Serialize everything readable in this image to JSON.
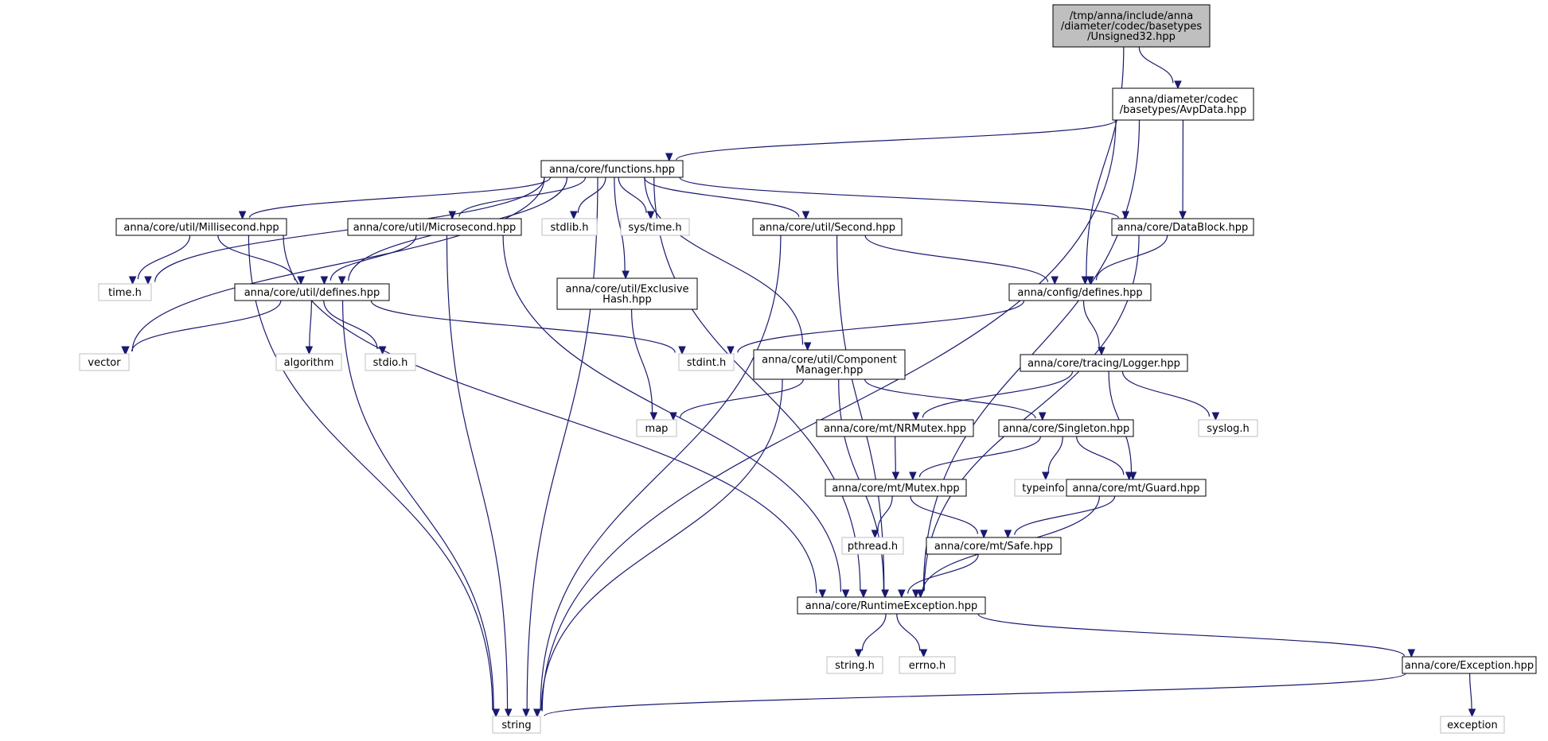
{
  "graph": {
    "nodes": [
      {
        "id": "unsigned32",
        "kind": "root",
        "lines": [
          "/tmp/anna/include/anna",
          "/diameter/codec/basetypes",
          "/Unsigned32.hpp"
        ]
      },
      {
        "id": "avpdata",
        "kind": "file",
        "lines": [
          "anna/diameter/codec",
          "/basetypes/AvpData.hpp"
        ]
      },
      {
        "id": "functions",
        "kind": "file",
        "lines": [
          "anna/core/functions.hpp"
        ]
      },
      {
        "id": "millisecond",
        "kind": "file",
        "lines": [
          "anna/core/util/Millisecond.hpp"
        ]
      },
      {
        "id": "microsecond",
        "kind": "file",
        "lines": [
          "anna/core/util/Microsecond.hpp"
        ]
      },
      {
        "id": "stdlib",
        "kind": "system",
        "lines": [
          "stdlib.h"
        ]
      },
      {
        "id": "systime",
        "kind": "system",
        "lines": [
          "sys/time.h"
        ]
      },
      {
        "id": "second",
        "kind": "file",
        "lines": [
          "anna/core/util/Second.hpp"
        ]
      },
      {
        "id": "datablock",
        "kind": "file",
        "lines": [
          "anna/core/DataBlock.hpp"
        ]
      },
      {
        "id": "timeh",
        "kind": "system",
        "lines": [
          "time.h"
        ]
      },
      {
        "id": "utildefines",
        "kind": "file",
        "lines": [
          "anna/core/util/defines.hpp"
        ]
      },
      {
        "id": "exclusivehash",
        "kind": "file",
        "lines": [
          "anna/core/util/Exclusive",
          "Hash.hpp"
        ]
      },
      {
        "id": "configdefines",
        "kind": "file",
        "lines": [
          "anna/config/defines.hpp"
        ]
      },
      {
        "id": "vector",
        "kind": "system",
        "lines": [
          "vector"
        ]
      },
      {
        "id": "algorithm",
        "kind": "system",
        "lines": [
          "algorithm"
        ]
      },
      {
        "id": "stdio",
        "kind": "system",
        "lines": [
          "stdio.h"
        ]
      },
      {
        "id": "stdint",
        "kind": "system",
        "lines": [
          "stdint.h"
        ]
      },
      {
        "id": "componentmanager",
        "kind": "file",
        "lines": [
          "anna/core/util/Component",
          "Manager.hpp"
        ]
      },
      {
        "id": "logger",
        "kind": "file",
        "lines": [
          "anna/core/tracing/Logger.hpp"
        ]
      },
      {
        "id": "map",
        "kind": "system",
        "lines": [
          "map"
        ]
      },
      {
        "id": "nrmutex",
        "kind": "file",
        "lines": [
          "anna/core/mt/NRMutex.hpp"
        ]
      },
      {
        "id": "singleton",
        "kind": "file",
        "lines": [
          "anna/core/Singleton.hpp"
        ]
      },
      {
        "id": "syslog",
        "kind": "system",
        "lines": [
          "syslog.h"
        ]
      },
      {
        "id": "mutex",
        "kind": "file",
        "lines": [
          "anna/core/mt/Mutex.hpp"
        ]
      },
      {
        "id": "typeinfo",
        "kind": "system",
        "lines": [
          "typeinfo"
        ]
      },
      {
        "id": "guard",
        "kind": "file",
        "lines": [
          "anna/core/mt/Guard.hpp"
        ]
      },
      {
        "id": "pthread",
        "kind": "system",
        "lines": [
          "pthread.h"
        ]
      },
      {
        "id": "safe",
        "kind": "file",
        "lines": [
          "anna/core/mt/Safe.hpp"
        ]
      },
      {
        "id": "runtimeexception",
        "kind": "file",
        "lines": [
          "anna/core/RuntimeException.hpp"
        ]
      },
      {
        "id": "stringh",
        "kind": "system",
        "lines": [
          "string.h"
        ]
      },
      {
        "id": "errno",
        "kind": "system",
        "lines": [
          "errno.h"
        ]
      },
      {
        "id": "exception",
        "kind": "file",
        "lines": [
          "anna/core/Exception.hpp"
        ]
      },
      {
        "id": "string",
        "kind": "system",
        "lines": [
          "string"
        ]
      },
      {
        "id": "stdexception",
        "kind": "system",
        "lines": [
          "exception"
        ]
      }
    ],
    "edges": [
      [
        "unsigned32",
        "avpdata"
      ],
      [
        "unsigned32",
        "configdefines"
      ],
      [
        "avpdata",
        "functions"
      ],
      [
        "avpdata",
        "datablock"
      ],
      [
        "avpdata",
        "runtimeexception"
      ],
      [
        "avpdata",
        "string"
      ],
      [
        "functions",
        "millisecond"
      ],
      [
        "functions",
        "microsecond"
      ],
      [
        "functions",
        "stdlib"
      ],
      [
        "functions",
        "systime"
      ],
      [
        "functions",
        "second"
      ],
      [
        "functions",
        "datablock"
      ],
      [
        "functions",
        "timeh"
      ],
      [
        "functions",
        "utildefines"
      ],
      [
        "functions",
        "exclusivehash"
      ],
      [
        "functions",
        "vector"
      ],
      [
        "functions",
        "componentmanager"
      ],
      [
        "functions",
        "runtimeexception"
      ],
      [
        "functions",
        "string"
      ],
      [
        "millisecond",
        "timeh"
      ],
      [
        "millisecond",
        "utildefines"
      ],
      [
        "millisecond",
        "runtimeexception"
      ],
      [
        "millisecond",
        "string"
      ],
      [
        "microsecond",
        "utildefines"
      ],
      [
        "microsecond",
        "runtimeexception"
      ],
      [
        "microsecond",
        "string"
      ],
      [
        "second",
        "configdefines"
      ],
      [
        "second",
        "runtimeexception"
      ],
      [
        "second",
        "string"
      ],
      [
        "datablock",
        "configdefines"
      ],
      [
        "datablock",
        "runtimeexception"
      ],
      [
        "utildefines",
        "vector"
      ],
      [
        "utildefines",
        "algorithm"
      ],
      [
        "utildefines",
        "stdio"
      ],
      [
        "utildefines",
        "stdint"
      ],
      [
        "utildefines",
        "string"
      ],
      [
        "exclusivehash",
        "map"
      ],
      [
        "configdefines",
        "stdint"
      ],
      [
        "configdefines",
        "logger"
      ],
      [
        "componentmanager",
        "map"
      ],
      [
        "componentmanager",
        "singleton"
      ],
      [
        "componentmanager",
        "runtimeexception"
      ],
      [
        "componentmanager",
        "string"
      ],
      [
        "logger",
        "nrmutex"
      ],
      [
        "logger",
        "syslog"
      ],
      [
        "logger",
        "guard"
      ],
      [
        "nrmutex",
        "mutex"
      ],
      [
        "singleton",
        "mutex"
      ],
      [
        "singleton",
        "typeinfo"
      ],
      [
        "singleton",
        "guard"
      ],
      [
        "mutex",
        "pthread"
      ],
      [
        "mutex",
        "safe"
      ],
      [
        "guard",
        "safe"
      ],
      [
        "guard",
        "runtimeexception"
      ],
      [
        "safe",
        "runtimeexception"
      ],
      [
        "runtimeexception",
        "stringh"
      ],
      [
        "runtimeexception",
        "errno"
      ],
      [
        "runtimeexception",
        "exception"
      ],
      [
        "exception",
        "string"
      ],
      [
        "exception",
        "stdexception"
      ]
    ]
  },
  "colors": {
    "edge": "#191970",
    "root_fill": "#bfbfbf",
    "system_border": "#bfbfbf",
    "file_border": "#000000"
  }
}
